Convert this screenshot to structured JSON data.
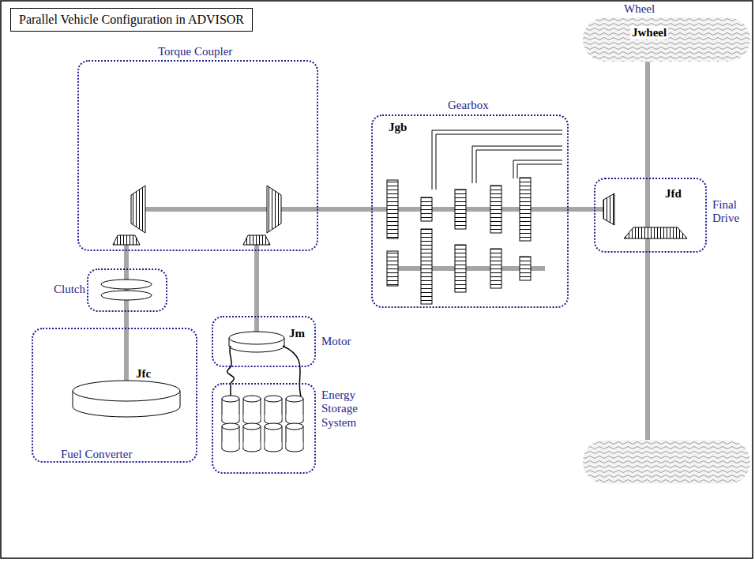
{
  "diagram": {
    "title": "Parallel Vehicle Configuration in ADVISOR",
    "nodes": [
      {
        "text": [
          "Torque Coupler"
        ]
      },
      {
        "text": [
          "Wheel",
          "Jwheel"
        ]
      },
      {
        "text": [
          "Gearbox",
          "Jgb"
        ]
      },
      {
        "text": [
          "Final Drive",
          "Jfd"
        ]
      },
      {
        "text": [
          "Clutch"
        ]
      },
      {
        "text": [
          "Motor",
          "Jm"
        ]
      },
      {
        "text": [
          "Fuel Converter",
          "Jfc"
        ]
      },
      {
        "text": [
          "Energy Storage System"
        ]
      }
    ],
    "edges": [
      {
        "from": 6,
        "to": 4,
        "arrow": "none"
      },
      {
        "from": 4,
        "to": 0,
        "arrow": "none"
      },
      {
        "from": 5,
        "to": 0,
        "arrow": "none"
      },
      {
        "from": 0,
        "to": 2,
        "arrow": "none"
      },
      {
        "from": 2,
        "to": 3,
        "arrow": "none"
      },
      {
        "from": 3,
        "to": 1,
        "arrow": "none"
      },
      {
        "from": 5,
        "to": 7,
        "arrow": "none"
      }
    ]
  }
}
